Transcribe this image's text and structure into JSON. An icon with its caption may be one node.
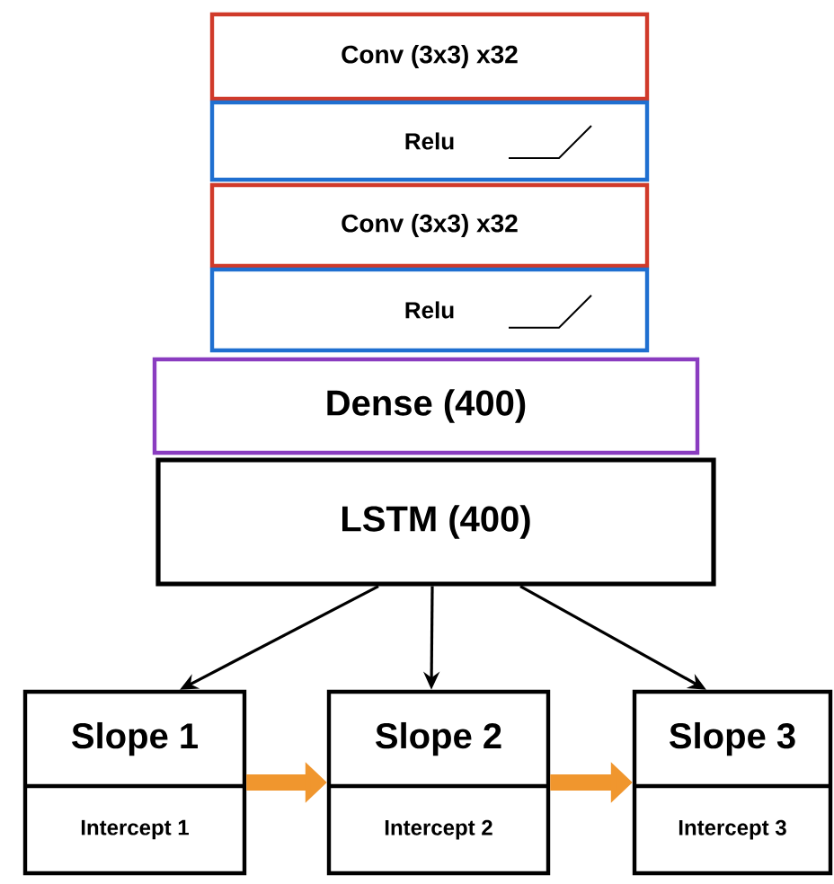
{
  "diagram": {
    "nodes": [
      {
        "text": [
          "Conv (3x3) x32"
        ]
      },
      {
        "text": [
          "Relu"
        ]
      },
      {
        "text": [
          "Conv (3x3) x32"
        ]
      },
      {
        "text": [
          "Relu"
        ]
      },
      {
        "text": [
          "Dense (400)"
        ]
      },
      {
        "text": [
          "LSTM (400)"
        ]
      },
      {
        "text": [
          "Slope 1",
          "Intercept 1"
        ]
      },
      {
        "text": [
          "Slope 2",
          "Intercept 2"
        ]
      },
      {
        "text": [
          "Slope 3",
          "Intercept 3"
        ]
      }
    ],
    "edges": [
      {
        "from": 5,
        "to": 6,
        "arrow": "to"
      },
      {
        "from": 5,
        "to": 7,
        "arrow": "to"
      },
      {
        "from": 5,
        "to": 8,
        "arrow": "to"
      },
      {
        "from": 6,
        "to": 7,
        "arrow": "to",
        "style": "thick",
        "color": "#f0962e"
      },
      {
        "from": 7,
        "to": 8,
        "arrow": "to",
        "style": "thick",
        "color": "#f0962e"
      }
    ]
  }
}
